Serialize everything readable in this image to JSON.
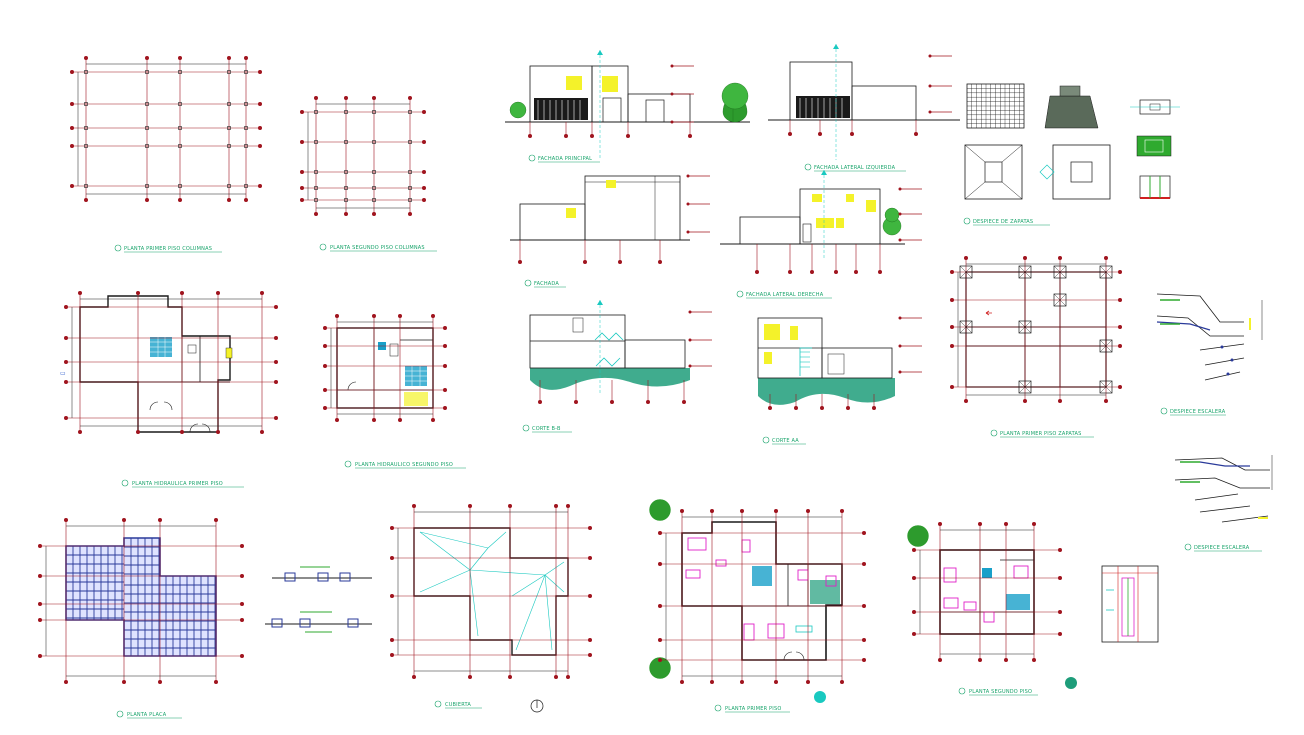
{
  "labels": {
    "columns_first_floor": "PLANTA PRIMER PISO COLUMNAS",
    "columns_second_floor": "PLANTA SEGUNDO PISO COLUMNAS",
    "main_facade": "FACHADA PRINCIPAL",
    "left_side_facade": "FACHADA LATERAL IZQUIERDA",
    "footing_details": "DESPIECE DE ZAPATAS",
    "facade": "FACHADA",
    "right_side_facade": "FACHADA LATERAL DERECHA",
    "hydraulic_first_floor": "PLANTA HIDRAULICA PRIMER PISO",
    "hydraulic_second_floor": "PLANTA HIDRAULICO SEGUNDO PISO",
    "section_bb": "CORTE B-B",
    "section_aa": "CORTE AA",
    "footings_first_floor": "PLANTA PRIMER PISO ZAPATAS",
    "stair_details_1": "DESPIECE ESCALERA",
    "stair_details_2": "DESPIECE ESCALERA",
    "slab_plan": "PLANTA PLACA",
    "roof": "CUBIERTA",
    "first_floor_plan": "PLANTA PRIMER PISO",
    "second_floor_plan": "PLANTA SEGUNDO PISO"
  },
  "colors": {
    "axis": "#a0141e",
    "wall": "#1a1a1a",
    "label": "#17a36a",
    "cyan": "#19c9c0",
    "blue_slab": "#2a3a9a",
    "yellow_window": "#f4f22a",
    "green_ground": "#1e9d7a",
    "magenta_furniture": "#e020c8",
    "tree_green": "#2d9b2d"
  }
}
